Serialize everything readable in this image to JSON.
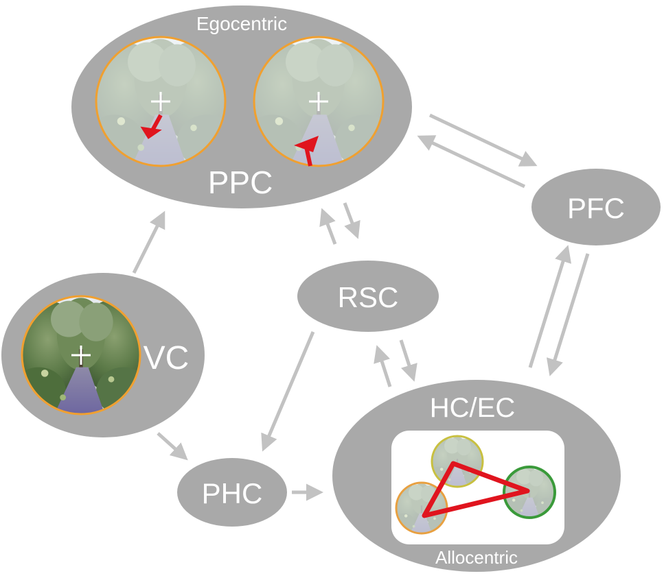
{
  "labels": {
    "ppc": "PPC",
    "ppc_sub": "Egocentric",
    "pfc": "PFC",
    "rsc": "RSC",
    "vc": "VC",
    "phc": "PHC",
    "hcec": "HC/EC",
    "hcec_sub": "Allocentric"
  },
  "colors": {
    "node": "#a9a9a9",
    "arrow": "#c2c2c2",
    "text": "#ffffff",
    "vision_ring": "#f0a030",
    "pointer": "#e0141e",
    "ring_orange": "#e8a040",
    "ring_yellow": "#c8c040",
    "ring_green": "#3a9a3a",
    "map_panel": "#ffffff"
  },
  "icons": {
    "fixation": "crosshair-icon",
    "direction": "red-arrow-icon"
  }
}
